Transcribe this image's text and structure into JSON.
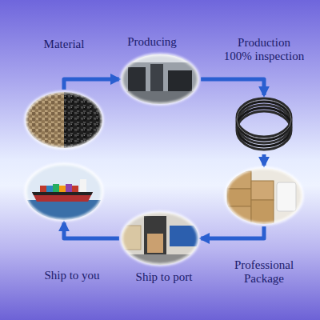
{
  "diagram": {
    "nodes": [
      {
        "text": [
          "Material"
        ]
      },
      {
        "text": [
          "Producing"
        ]
      },
      {
        "text": [
          "Production 100% inspection"
        ]
      },
      {
        "text": [
          "Ship to you"
        ]
      },
      {
        "text": [
          "Ship to port"
        ]
      },
      {
        "text": [
          "Professional Package"
        ]
      }
    ],
    "edges": [
      {
        "from": 0,
        "to": 1,
        "arrow": "to"
      },
      {
        "from": 1,
        "to": 2,
        "arrow": "to"
      },
      {
        "from": 2,
        "to": 5,
        "arrow": "to"
      },
      {
        "from": 5,
        "to": 4,
        "arrow": "to"
      },
      {
        "from": 4,
        "to": 3,
        "arrow": "to"
      }
    ]
  }
}
